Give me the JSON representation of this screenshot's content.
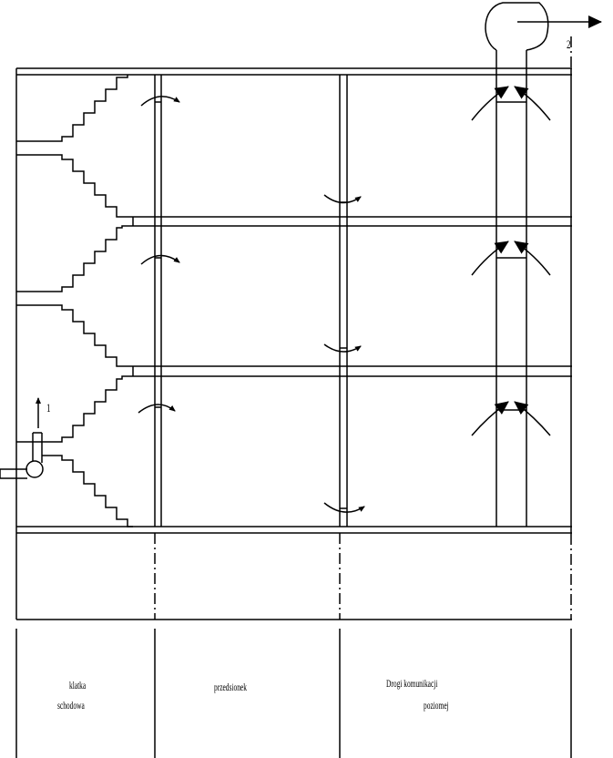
{
  "markers": {
    "point_1": "1",
    "point_2": "2"
  },
  "zones": {
    "stairwell_line1": "klatka",
    "stairwell_line2": "schodowa",
    "vestibule": "przedsionek",
    "corridor_line1": "Drogi komunikacji",
    "corridor_line2": "poziomej"
  },
  "colors": {
    "line": "#000000",
    "background": "#ffffff"
  }
}
